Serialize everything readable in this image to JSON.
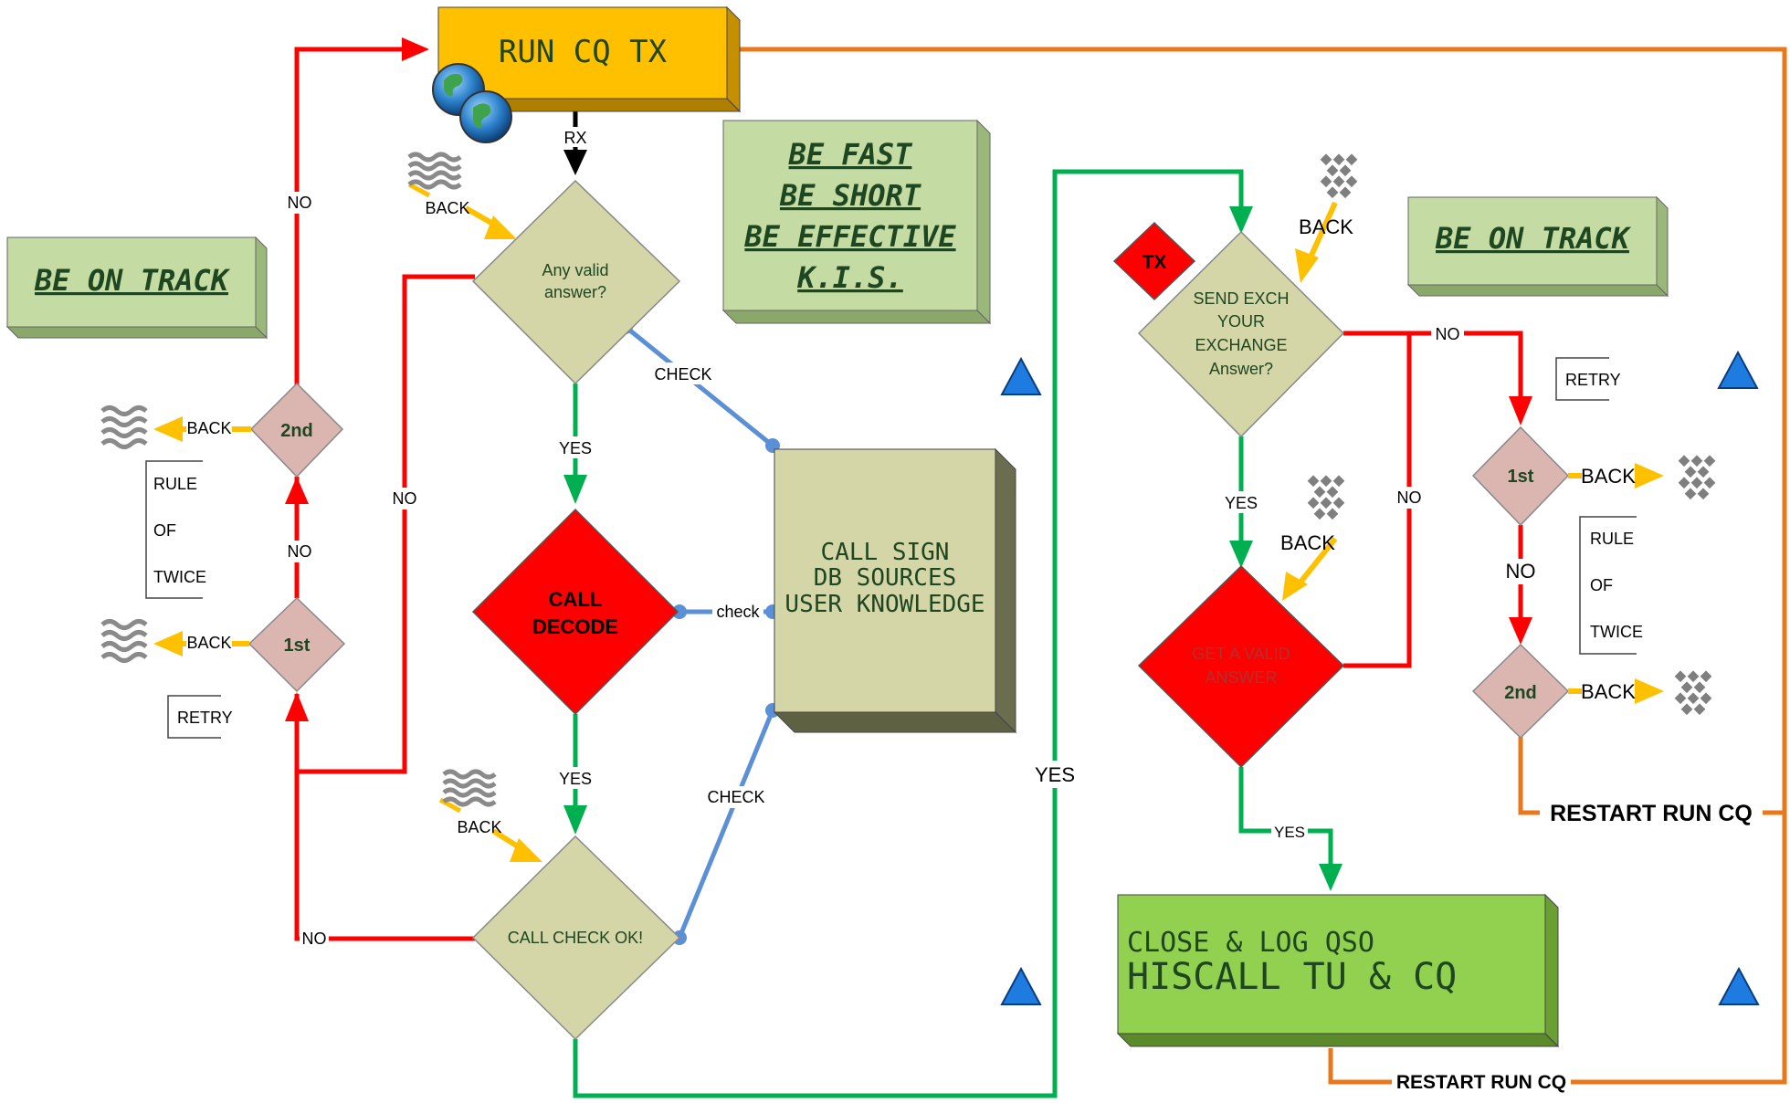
{
  "title_box": {
    "label": "RUN CQ TX"
  },
  "mottos": {
    "left": "BE ON TRACK",
    "right": "BE ON TRACK",
    "center_lines": [
      "BE FAST",
      "BE SHORT",
      "BE EFFECTIVE",
      "K.I.S."
    ]
  },
  "decisions": {
    "any_valid": [
      "Any valid",
      "answer?"
    ],
    "call_decode": [
      "CALL",
      "DECODE"
    ],
    "call_check": "CALL CHECK OK!",
    "send_exch": [
      "SEND EXCH",
      "YOUR",
      "EXCHANGE",
      "Answer?"
    ],
    "get_valid": [
      "GET A VALID",
      "ANSWER"
    ],
    "left_1st": "1st",
    "left_2nd": "2nd",
    "right_1st": "1st",
    "right_2nd": "2nd",
    "tx": "TX"
  },
  "sources_box": {
    "lines": [
      "CALL SIGN",
      "DB SOURCES",
      "USER KNOWLEDGE"
    ]
  },
  "log_box": {
    "line1": "CLOSE & LOG QSO",
    "line2": "HISCALL TU & CQ"
  },
  "labels": {
    "rx": "RX",
    "yes": "YES",
    "no": "NO",
    "check": "CHECK",
    "check_lower": "check",
    "back": "BACK",
    "retry": "RETRY",
    "restart": "RESTART RUN CQ",
    "rule_lines": [
      "RULE",
      "OF",
      "TWICE"
    ]
  },
  "colors": {
    "red": "#ff0000",
    "green": "#00b050",
    "blue": "#5b8fd6",
    "orange": "#e8781a",
    "black": "#000000",
    "yellow_arrow": "#ffc000",
    "run_box": "#ffc000",
    "khaki": "#d5d6a8",
    "pink": "#dbb5b0",
    "motto_fill": "#c4dca4",
    "log_fill": "#92d050"
  }
}
